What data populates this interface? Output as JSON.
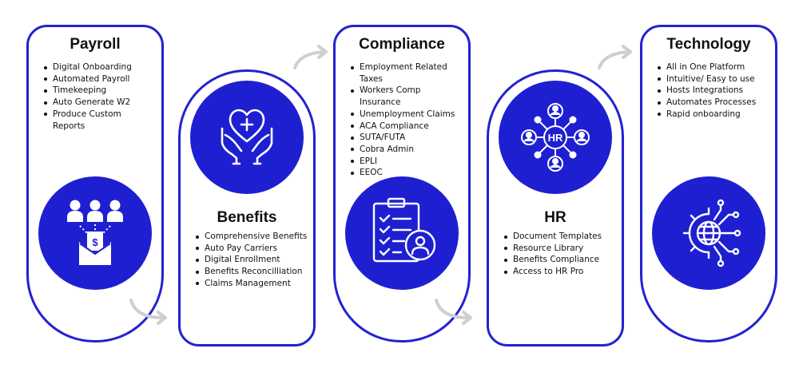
{
  "colors": {
    "brand": "#1f1fd2",
    "border": "#2222d0",
    "arrow": "#cfcfcf"
  },
  "cards": [
    {
      "title": "Payroll",
      "icon": "payroll-employees-envelope-icon",
      "items": [
        "Digital Onboarding",
        "Automated Payroll",
        "Timekeeping",
        "Auto Generate W2",
        "Produce Custom Reports"
      ]
    },
    {
      "title": "Benefits",
      "icon": "heart-hands-icon",
      "items": [
        "Comprehensive Benefits",
        "Auto Pay Carriers",
        "Digital Enrollment",
        "Benefits Reconcilliation",
        "Claims Management"
      ]
    },
    {
      "title": "Compliance",
      "icon": "clipboard-checklist-user-icon",
      "items": [
        "Employment Related Taxes",
        "Workers Comp Insurance",
        "Unemployment Claims",
        "ACA Compliance",
        "SUTA/FUTA",
        "Cobra Admin",
        "EPLI",
        "EEOC"
      ]
    },
    {
      "title": "HR",
      "icon": "hr-network-icon",
      "icon_text": "HR",
      "items": [
        "Document Templates",
        "Resource Library",
        "Benefits Compliance",
        "Access to HR Pro"
      ]
    },
    {
      "title": "Technology",
      "icon": "gear-globe-circuit-icon",
      "items": [
        "All in One Platform",
        "Intuitive/ Easy to use",
        "Hosts Integrations",
        "Automates Processes",
        "Rapid onboarding"
      ]
    }
  ]
}
